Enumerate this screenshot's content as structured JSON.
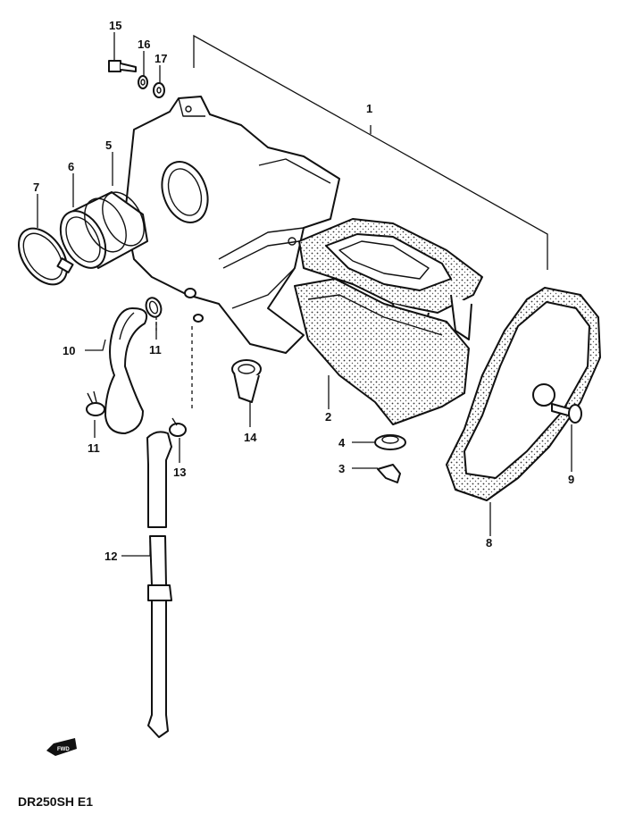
{
  "diagram": {
    "model_code": "DR250SH E1",
    "front_arrow_label": "FWD",
    "callouts": [
      {
        "id": "c1",
        "label": "1"
      },
      {
        "id": "c2",
        "label": "2"
      },
      {
        "id": "c3",
        "label": "3"
      },
      {
        "id": "c4",
        "label": "4"
      },
      {
        "id": "c5",
        "label": "5"
      },
      {
        "id": "c6",
        "label": "6"
      },
      {
        "id": "c7",
        "label": "7"
      },
      {
        "id": "c8",
        "label": "8"
      },
      {
        "id": "c9",
        "label": "9"
      },
      {
        "id": "c10",
        "label": "10"
      },
      {
        "id": "c11a",
        "label": "11"
      },
      {
        "id": "c11b",
        "label": "11"
      },
      {
        "id": "c12",
        "label": "12"
      },
      {
        "id": "c13",
        "label": "13"
      },
      {
        "id": "c14",
        "label": "14"
      },
      {
        "id": "c15",
        "label": "15"
      },
      {
        "id": "c16",
        "label": "16"
      },
      {
        "id": "c17",
        "label": "17"
      }
    ]
  }
}
